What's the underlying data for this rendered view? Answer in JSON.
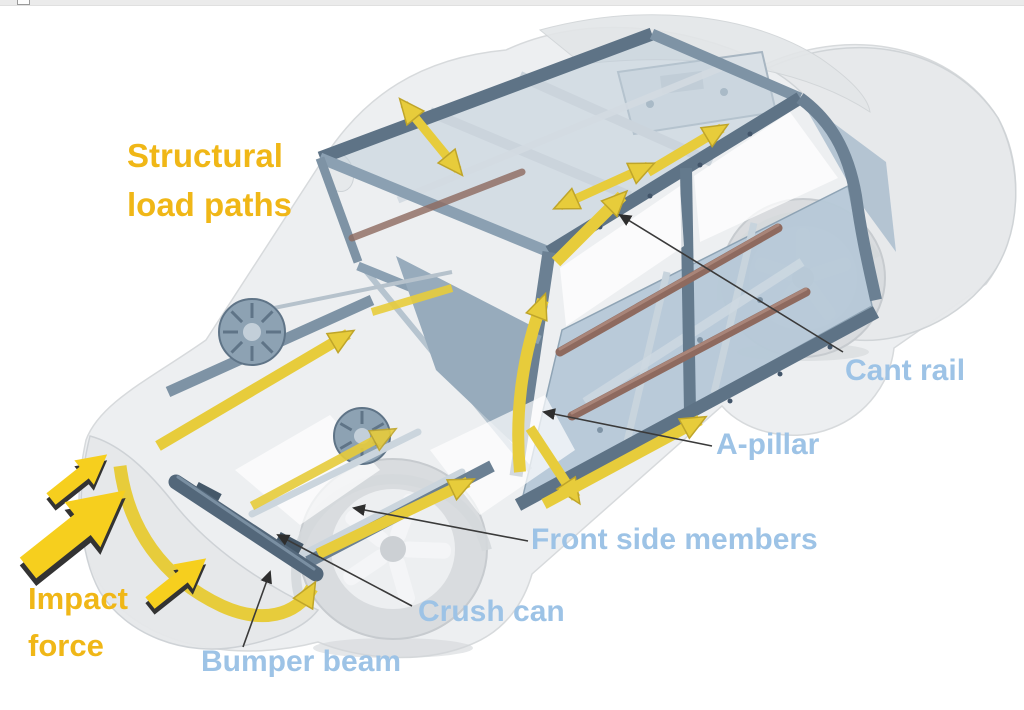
{
  "diagram": {
    "annotations": {
      "load_paths": {
        "line1": "Structural",
        "line2": "load paths",
        "color": "#F0B717"
      },
      "impact_force": {
        "line1": "Impact",
        "line2": "force",
        "color": "#F0B717"
      },
      "parts": [
        {
          "id": "cant-rail",
          "label": "Cant rail"
        },
        {
          "id": "a-pillar",
          "label": "A-pillar"
        },
        {
          "id": "front-side-members",
          "label": "Front side members"
        },
        {
          "id": "crush-can",
          "label": "Crush can"
        },
        {
          "id": "bumper-beam",
          "label": "Bumper beam"
        }
      ],
      "part_label_color": "#9DC3E6"
    },
    "colors": {
      "impact_arrow_yellow": "#F6CF1E",
      "load_path_highlight": "#E7CC3B",
      "leader_line": "#3A3A3A",
      "structure_steel_blue": "#7A8FA2",
      "structure_dark_blue": "#53677A",
      "panel_light_blue": "#B7C9D8",
      "intrusion_beam_brown": "#8E6A5F",
      "ghost_body_gray": "#E9EBED"
    }
  }
}
